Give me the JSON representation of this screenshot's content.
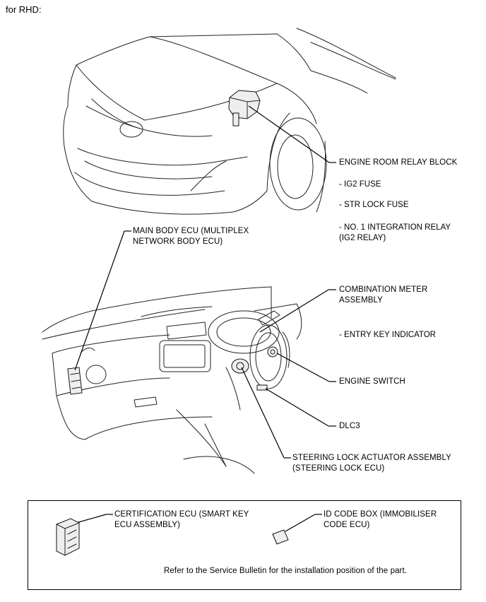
{
  "title": "for RHD:",
  "labels": {
    "engine_room_relay_block": "ENGINE ROOM RELAY BLOCK",
    "ig2_fuse": "- IG2 FUSE",
    "str_lock_fuse": "- STR LOCK FUSE",
    "integration_relay": [
      "- NO. 1 INTEGRATION RELAY",
      "(IG2 RELAY)"
    ],
    "main_body_ecu": [
      "MAIN BODY ECU (MULTIPLEX",
      "NETWORK BODY ECU)"
    ],
    "combination_meter": [
      "COMBINATION METER",
      "ASSEMBLY"
    ],
    "entry_key_indicator": "- ENTRY KEY INDICATOR",
    "engine_switch": "ENGINE SWITCH",
    "dlc3": "DLC3",
    "steering_lock_actuator": [
      "STEERING LOCK ACTUATOR ASSEMBLY",
      "(STEERING LOCK ECU)"
    ]
  },
  "box": {
    "certification_ecu": [
      "CERTIFICATION ECU (SMART KEY",
      "ECU ASSEMBLY)"
    ],
    "id_code_box": [
      "ID CODE BOX (IMMOBILISER",
      "CODE ECU)"
    ],
    "note": "Refer to the Service Bulletin for the installation position of the part."
  }
}
